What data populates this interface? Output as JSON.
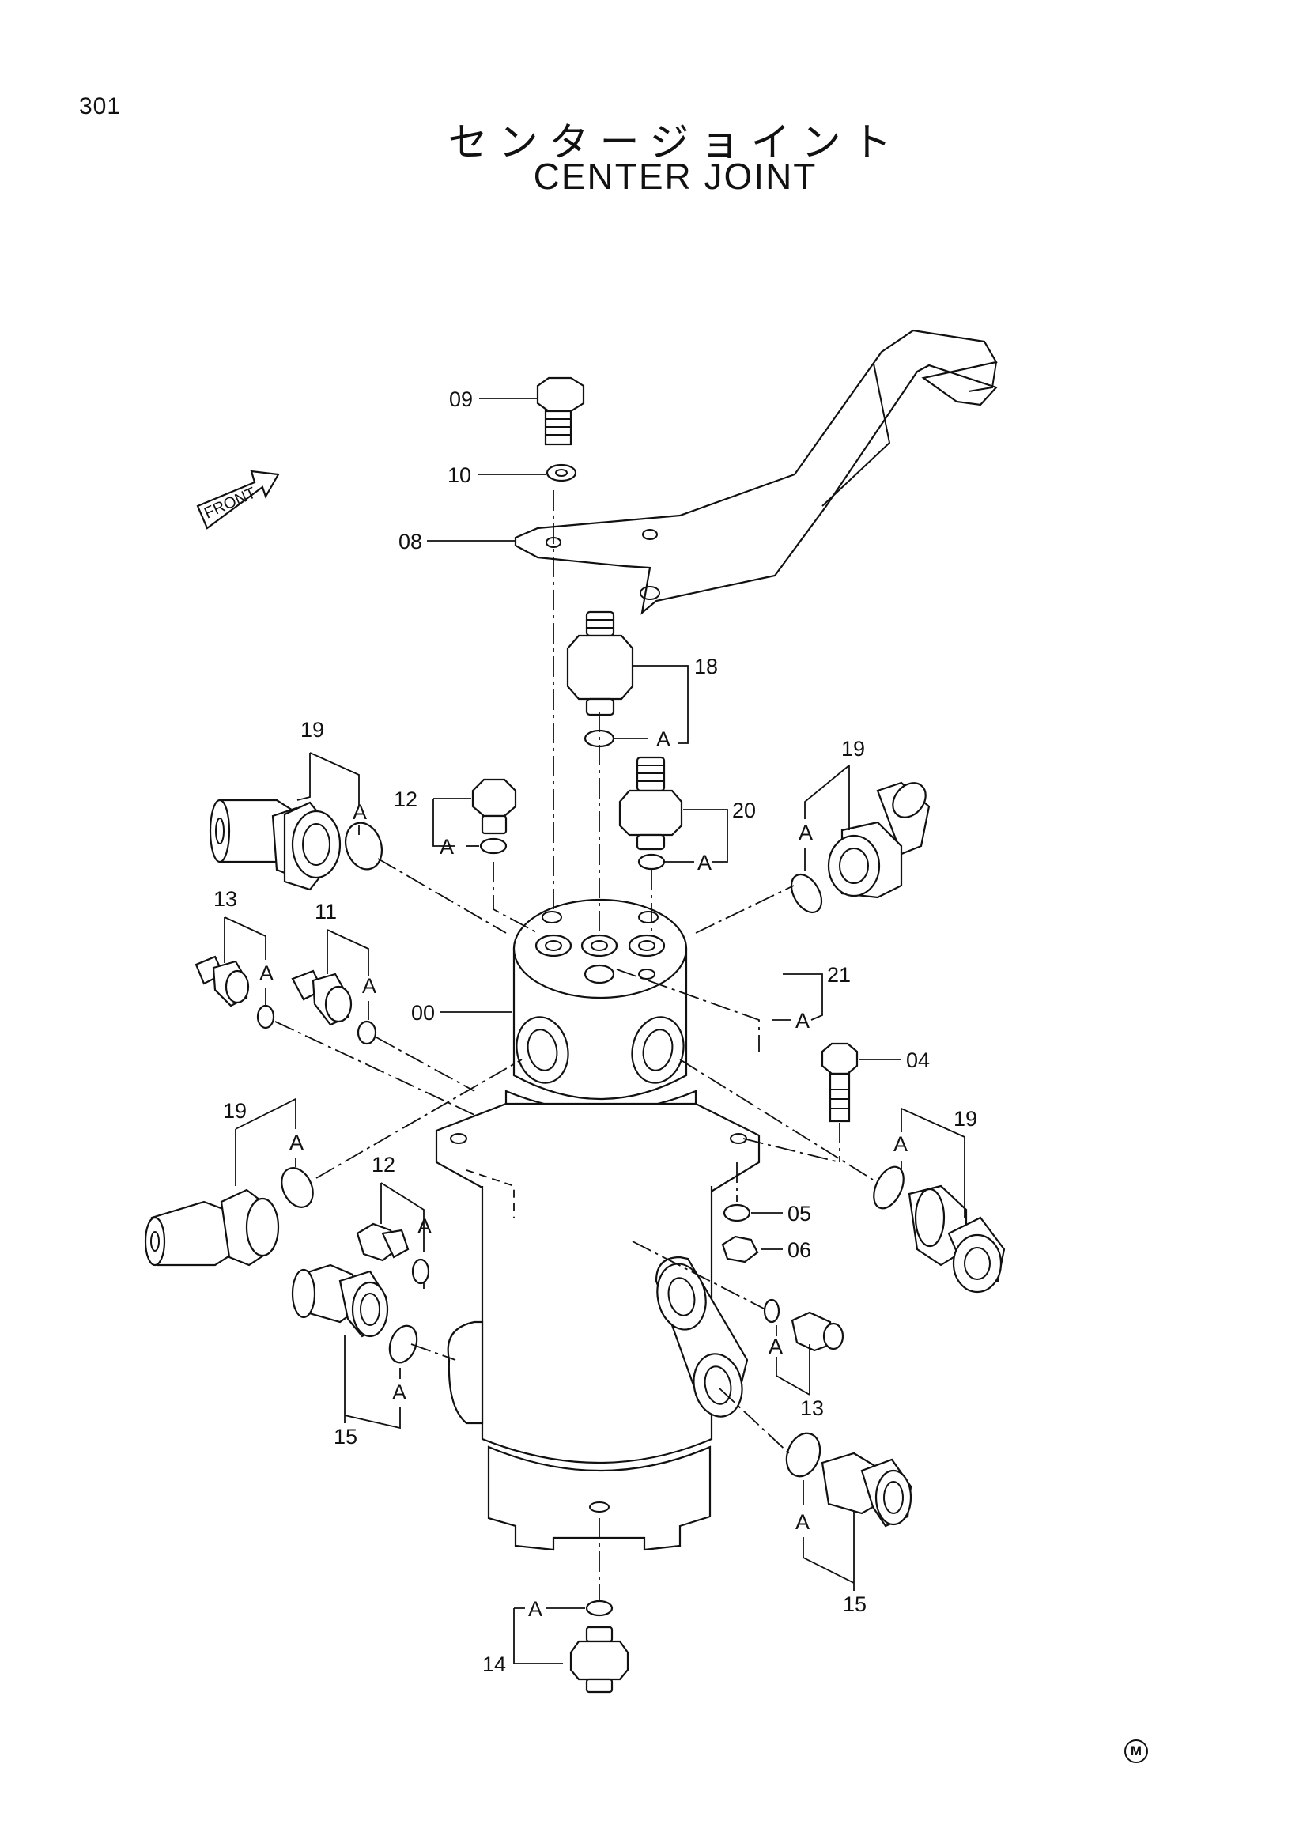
{
  "page": {
    "number": "301",
    "title_jp": "センタージョイント",
    "title_en": "CENTER JOINT",
    "corner_mark": "M"
  },
  "front_arrow_label": "FRONT",
  "callouts": {
    "c09": "09",
    "c10": "10",
    "c08": "08",
    "c18": "18",
    "c18a": "A",
    "c19tl": "19",
    "c19tla": "A",
    "c12t": "12",
    "c12ta": "A",
    "c20": "20",
    "c20a": "A",
    "c19tr": "19",
    "c19tra": "A",
    "c13l": "13",
    "c13la": "A",
    "c11": "11",
    "c11a": "A",
    "c00": "00",
    "c21": "21",
    "c21a": "A",
    "c04": "04",
    "c19bl": "19",
    "c19bla": "A",
    "c19br": "19",
    "c19bra": "A",
    "c12b": "12",
    "c12ba": "A",
    "c05": "05",
    "c06": "06",
    "c15l": "15",
    "c15la": "A",
    "c13r": "13",
    "c13ra": "A",
    "c15r": "15",
    "c15ra": "A",
    "c14": "14",
    "c14a": "A"
  }
}
